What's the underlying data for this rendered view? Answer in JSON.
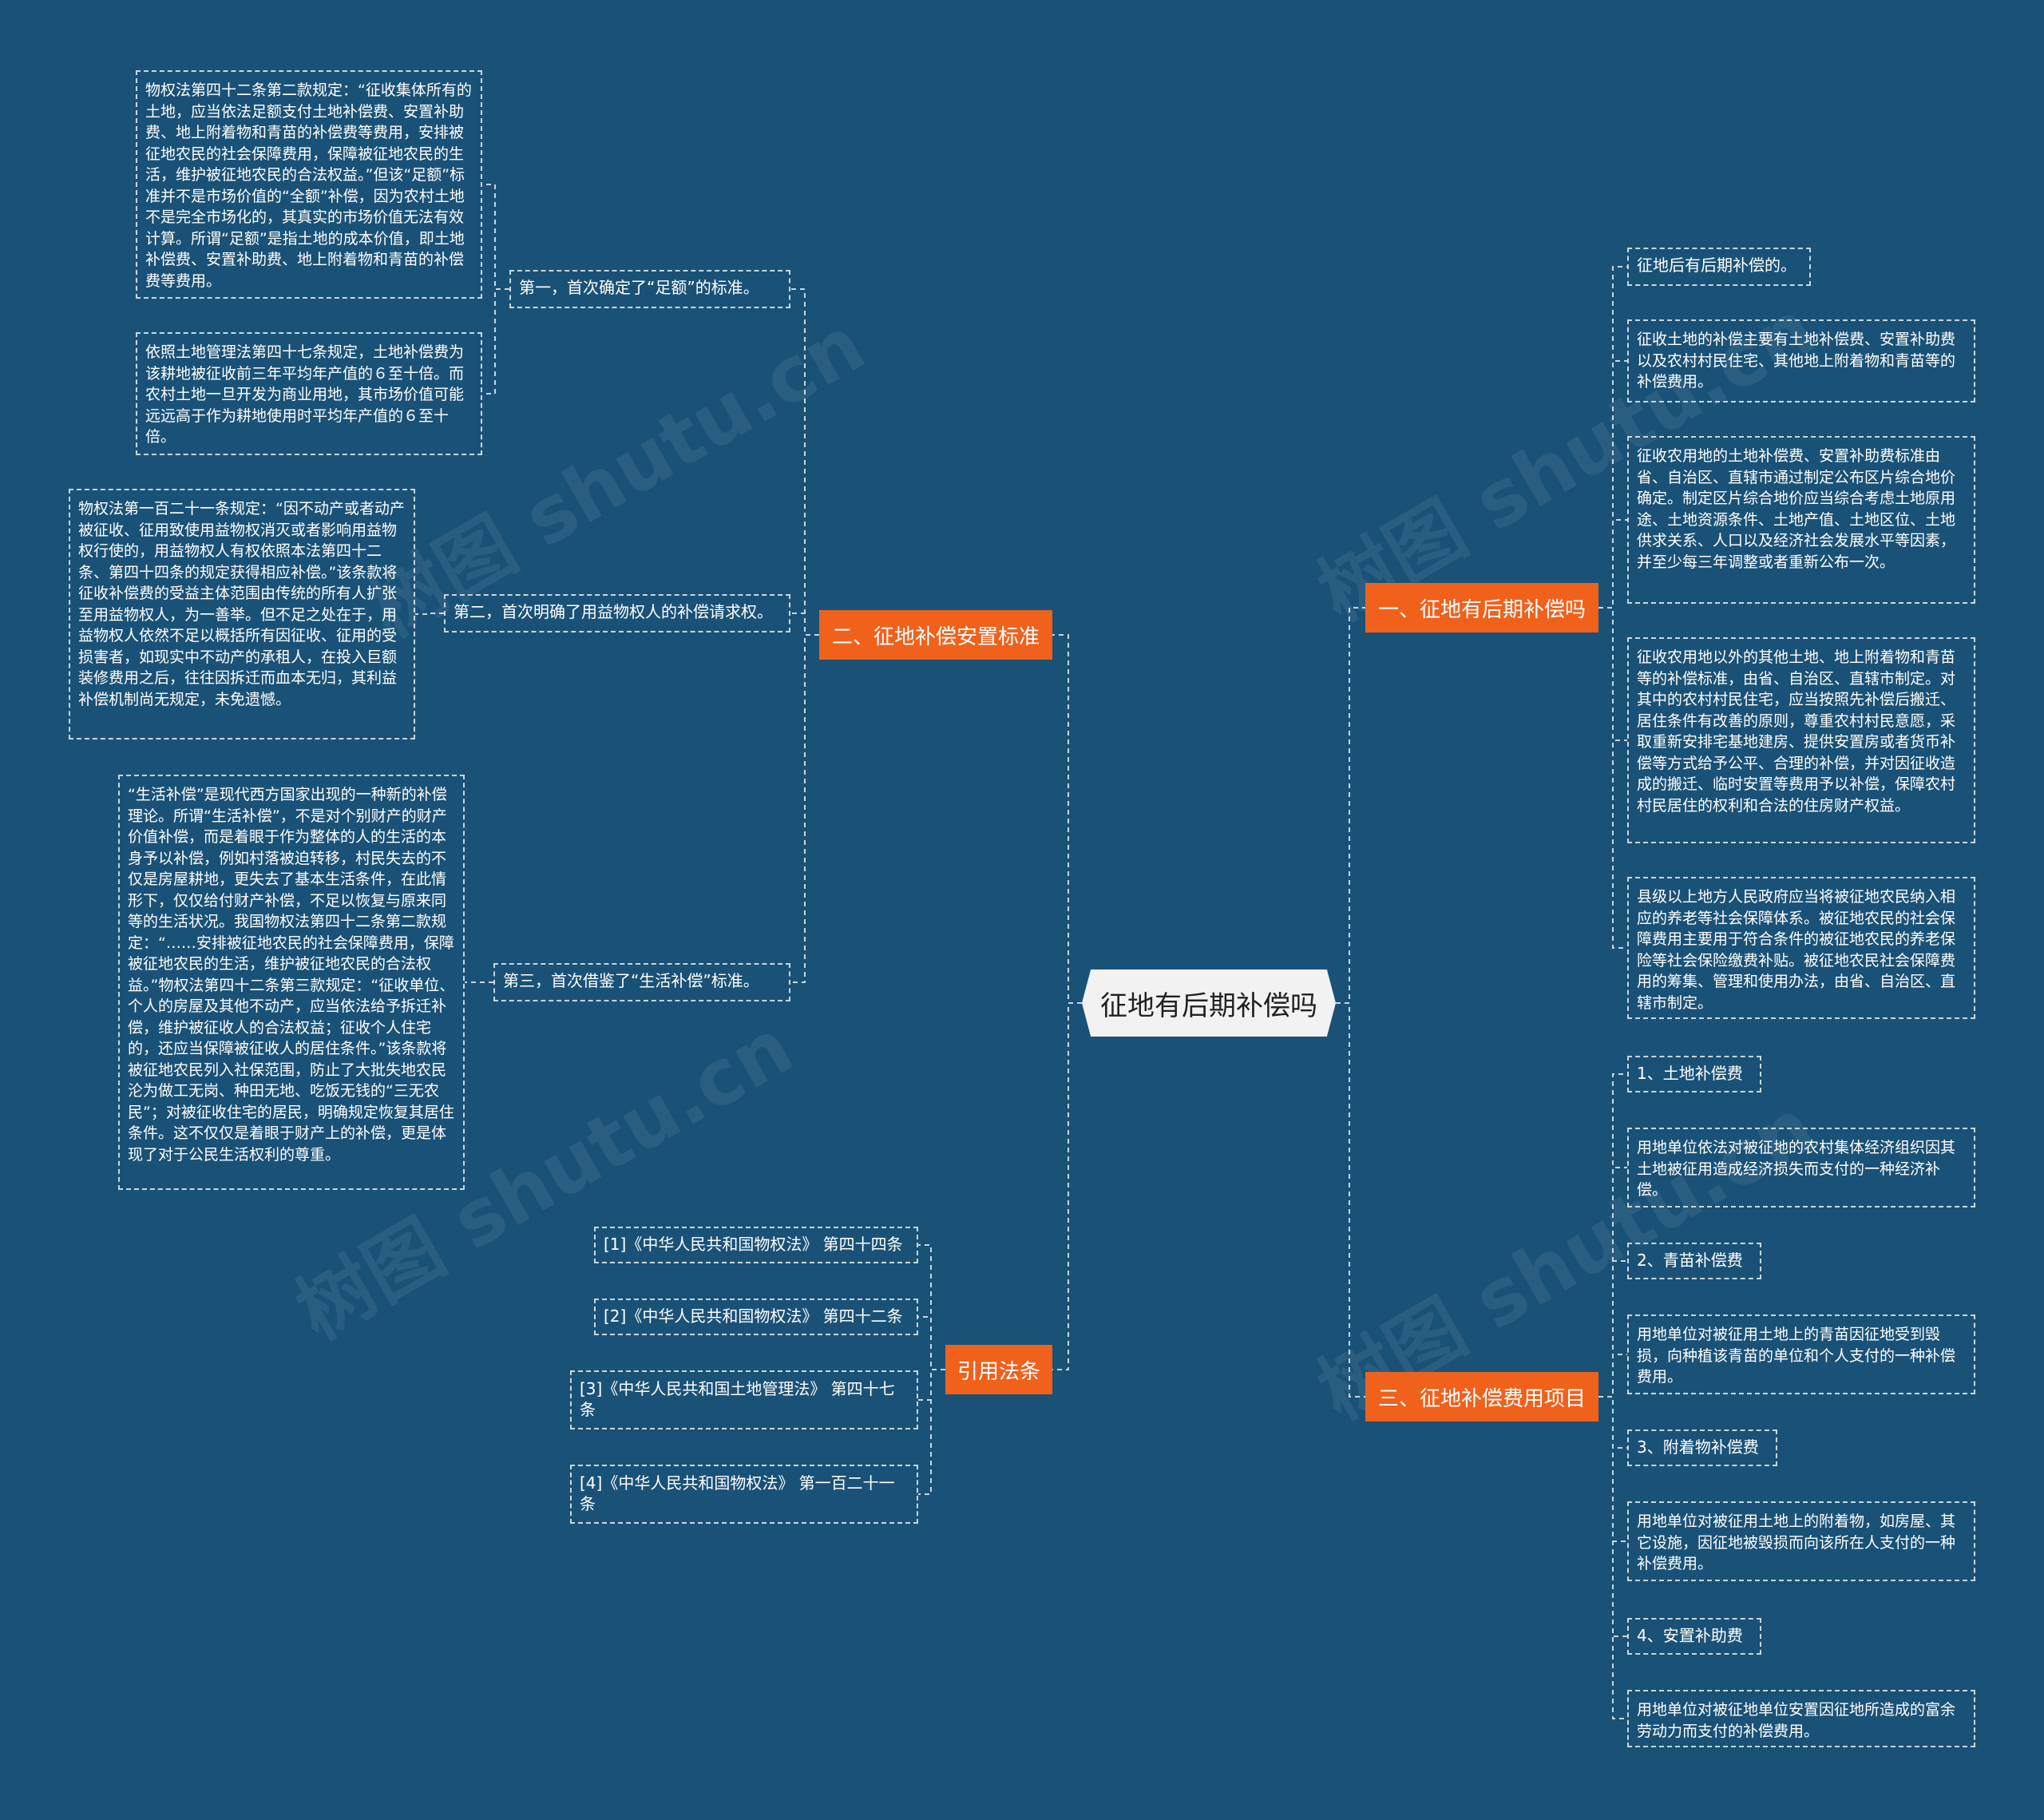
{
  "root": {
    "label": "征地有后期补偿吗"
  },
  "watermark": {
    "text": "树图 shutu.cn"
  },
  "colors": {
    "background": "#1a5277",
    "branch": "#f0611c",
    "root": "#f2f2f2",
    "line": "#c9d6df"
  },
  "left": {
    "standards": {
      "label": "二、征地补偿安置标准",
      "items": [
        {
          "label": "第一，首次确定了“足额”的标准。",
          "details": [
            "物权法第四十二条第二款规定：“征收集体所有的土地，应当依法足额支付土地补偿费、安置补助费、地上附着物和青苗的补偿费等费用，安排被征地农民的社会保障费用，保障被征地农民的生活，维护被征地农民的合法权益。”但该“足额”标准并不是市场价值的“全额”补偿，因为农村土地不是完全市场化的，其真实的市场价值无法有效计算。所谓“足额”是指土地的成本价值，即土地补偿费、安置补助费、地上附着物和青苗的补偿费等费用。",
            "依照土地管理法第四十七条规定，土地补偿费为该耕地被征收前三年平均年产值的６至十倍。而农村土地一旦开发为商业用地，其市场价值可能远远高于作为耕地使用时平均年产值的６至十倍。"
          ]
        },
        {
          "label": "第二，首次明确了用益物权人的补偿请求权。",
          "details": [
            "物权法第一百二十一条规定：“因不动产或者动产被征收、征用致使用益物权消灭或者影响用益物权行使的，用益物权人有权依照本法第四十二条、第四十四条的规定获得相应补偿。”该条款将征收补偿费的受益主体范围由传统的所有人扩张至用益物权人，为一善举。但不足之处在于，用益物权人依然不足以概括所有因征收、征用的受损害者，如现实中不动产的承租人，在投入巨额装修费用之后，往往因拆迁而血本无归，其利益补偿机制尚无规定，未免遗憾。"
          ]
        },
        {
          "label": "第三，首次借鉴了“生活补偿”标准。",
          "details": [
            "“生活补偿”是现代西方国家出现的一种新的补偿理论。所谓“生活补偿”，不是对个别财产的财产价值补偿，而是着眼于作为整体的人的生活的本身予以补偿，例如村落被迫转移，村民失去的不仅是房屋耕地，更失去了基本生活条件，在此情形下，仅仅给付财产补偿，不足以恢复与原来同等的生活状况。我国物权法第四十二条第二款规定：“……安排被征地农民的社会保障费用，保障被征地农民的生活，维护被征地农民的合法权益。”物权法第四十二条第三款规定：“征收单位、个人的房屋及其他不动产，应当依法给予拆迁补偿，维护被征收人的合法权益；征收个人住宅的，还应当保障被征收人的居住条件。”该条款将被征地农民列入社保范围，防止了大批失地农民沦为做工无岗、种田无地、吃饭无钱的“三无农民”；对被征收住宅的居民，明确规定恢复其居住条件。这不仅仅是着眼于财产上的补偿，更是体现了对于公民生活权利的尊重。"
          ]
        }
      ]
    },
    "laws": {
      "label": "引用法条",
      "items": [
        "[1]《中华人民共和国物权法》 第四十四条",
        "[2]《中华人民共和国物权法》 第四十二条",
        "[3]《中华人民共和国土地管理法》 第四十七条",
        "[4]《中华人民共和国物权法》 第一百二十一条"
      ]
    }
  },
  "right": {
    "later": {
      "label": "一、征地有后期补偿吗",
      "items": [
        "征地后有后期补偿的。",
        "征收土地的补偿主要有土地补偿费、安置补助费以及农村村民住宅、其他地上附着物和青苗等的补偿费用。",
        "征收农用地的土地补偿费、安置补助费标准由省、自治区、直辖市通过制定公布区片综合地价确定。制定区片综合地价应当综合考虑土地原用途、土地资源条件、土地产值、土地区位、土地供求关系、人口以及经济社会发展水平等因素，并至少每三年调整或者重新公布一次。",
        "征收农用地以外的其他土地、地上附着物和青苗等的补偿标准，由省、自治区、直辖市制定。对其中的农村村民住宅，应当按照先补偿后搬迁、居住条件有改善的原则，尊重农村村民意愿，采取重新安排宅基地建房、提供安置房或者货币补偿等方式给予公平、合理的补偿，并对因征收造成的搬迁、临时安置等费用予以补偿，保障农村村民居住的权利和合法的住房财产权益。",
        "县级以上地方人民政府应当将被征地农民纳入相应的养老等社会保障体系。被征地农民的社会保障费用主要用于符合条件的被征地农民的养老保险等社会保险缴费补贴。被征地农民社会保障费用的筹集、管理和使用办法，由省、自治区、直辖市制定。"
      ]
    },
    "costs": {
      "label": "三、征地补偿费用项目",
      "items": [
        {
          "title": "1、土地补偿费",
          "desc": "用地单位依法对被征地的农村集体经济组织因其土地被征用造成经济损失而支付的一种经济补偿。"
        },
        {
          "title": "2、青苗补偿费",
          "desc": "用地单位对被征用土地上的青苗因征地受到毁损，向种植该青苗的单位和个人支付的一种补偿费用。"
        },
        {
          "title": "3、附着物补偿费",
          "desc": "用地单位对被征用土地上的附着物，如房屋、其它设施，因征地被毁损而向该所在人支付的一种补偿费用。"
        },
        {
          "title": "4、安置补助费",
          "desc": "用地单位对被征地单位安置因征地所造成的富余劳动力而支付的补偿费用。"
        }
      ]
    }
  }
}
